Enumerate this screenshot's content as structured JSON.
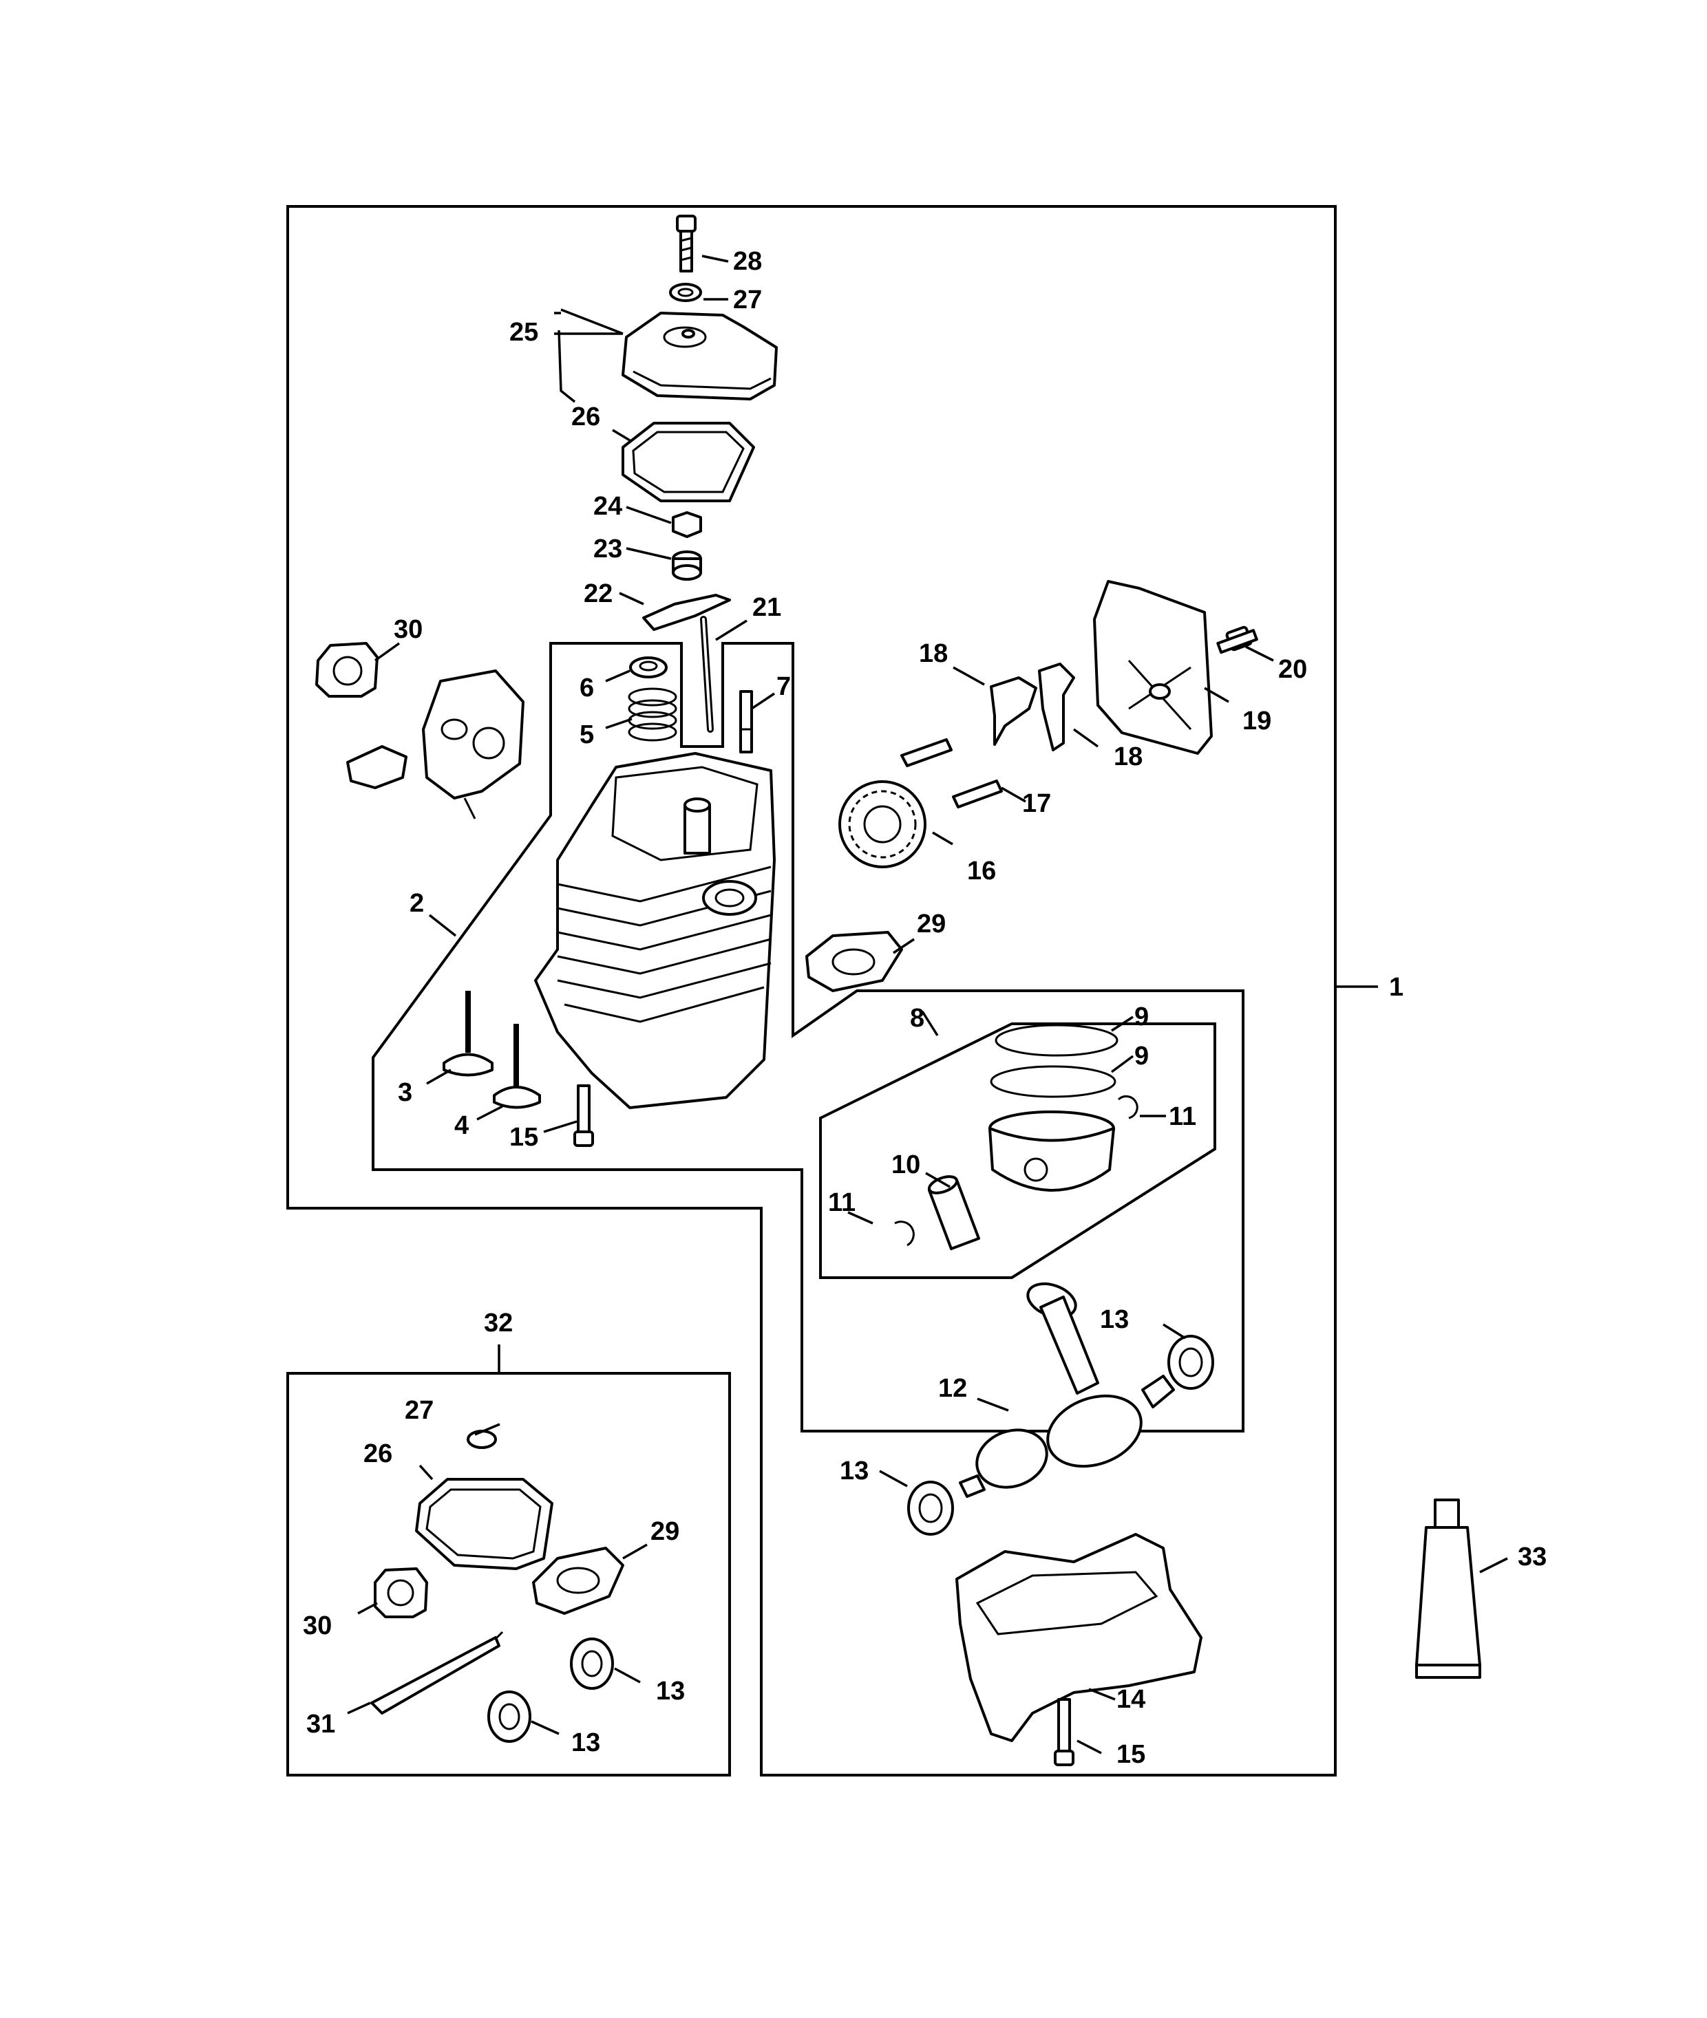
{
  "callouts": [
    {
      "id": "c1",
      "label": "1"
    },
    {
      "id": "c2",
      "label": "2"
    },
    {
      "id": "c3",
      "label": "3"
    },
    {
      "id": "c4",
      "label": "4"
    },
    {
      "id": "c5",
      "label": "5"
    },
    {
      "id": "c6",
      "label": "6"
    },
    {
      "id": "c7",
      "label": "7"
    },
    {
      "id": "c8",
      "label": "8"
    },
    {
      "id": "c9a",
      "label": "9"
    },
    {
      "id": "c9b",
      "label": "9"
    },
    {
      "id": "c10",
      "label": "10"
    },
    {
      "id": "c11a",
      "label": "11"
    },
    {
      "id": "c11b",
      "label": "11"
    },
    {
      "id": "c12",
      "label": "12"
    },
    {
      "id": "c13a",
      "label": "13"
    },
    {
      "id": "c13b",
      "label": "13"
    },
    {
      "id": "c13c",
      "label": "13"
    },
    {
      "id": "c13d",
      "label": "13"
    },
    {
      "id": "c14",
      "label": "14"
    },
    {
      "id": "c15a",
      "label": "15"
    },
    {
      "id": "c15b",
      "label": "15"
    },
    {
      "id": "c16",
      "label": "16"
    },
    {
      "id": "c17",
      "label": "17"
    },
    {
      "id": "c18a",
      "label": "18"
    },
    {
      "id": "c18b",
      "label": "18"
    },
    {
      "id": "c19",
      "label": "19"
    },
    {
      "id": "c20",
      "label": "20"
    },
    {
      "id": "c21",
      "label": "21"
    },
    {
      "id": "c22",
      "label": "22"
    },
    {
      "id": "c23",
      "label": "23"
    },
    {
      "id": "c24",
      "label": "24"
    },
    {
      "id": "c25",
      "label": "25"
    },
    {
      "id": "c26a",
      "label": "26"
    },
    {
      "id": "c26b",
      "label": "26"
    },
    {
      "id": "c27a",
      "label": "27"
    },
    {
      "id": "c27b",
      "label": "27"
    },
    {
      "id": "c28",
      "label": "28"
    },
    {
      "id": "c29a",
      "label": "29"
    },
    {
      "id": "c29b",
      "label": "29"
    },
    {
      "id": "c30a",
      "label": "30"
    },
    {
      "id": "c30b",
      "label": "30"
    },
    {
      "id": "c31",
      "label": "31"
    },
    {
      "id": "c32",
      "label": "32"
    },
    {
      "id": "c33",
      "label": "33"
    }
  ]
}
